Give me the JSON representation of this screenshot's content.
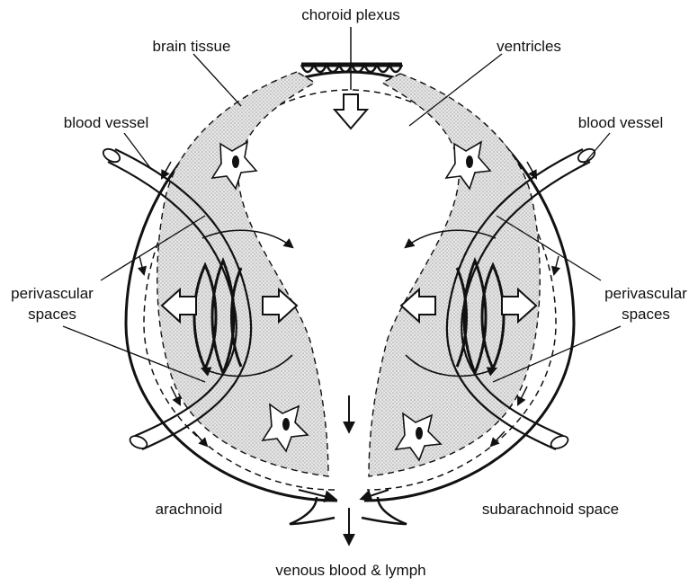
{
  "labels": {
    "choroid_plexus": "choroid plexus",
    "brain_tissue": "brain tissue",
    "ventricles": "ventricles",
    "blood_vessel_left": "blood vessel",
    "blood_vessel_right": "blood vessel",
    "perivascular_left_1": "perivascular",
    "perivascular_left_2": "spaces",
    "perivascular_right_1": "perivascular",
    "perivascular_right_2": "spaces",
    "arachnoid": "arachnoid",
    "subarachnoid_space": "subarachnoid space",
    "venous_outflow": "venous blood & lymph"
  },
  "colors": {
    "ink": "#111111",
    "tissue_fill": "#d9d9d9",
    "background": "#ffffff"
  }
}
